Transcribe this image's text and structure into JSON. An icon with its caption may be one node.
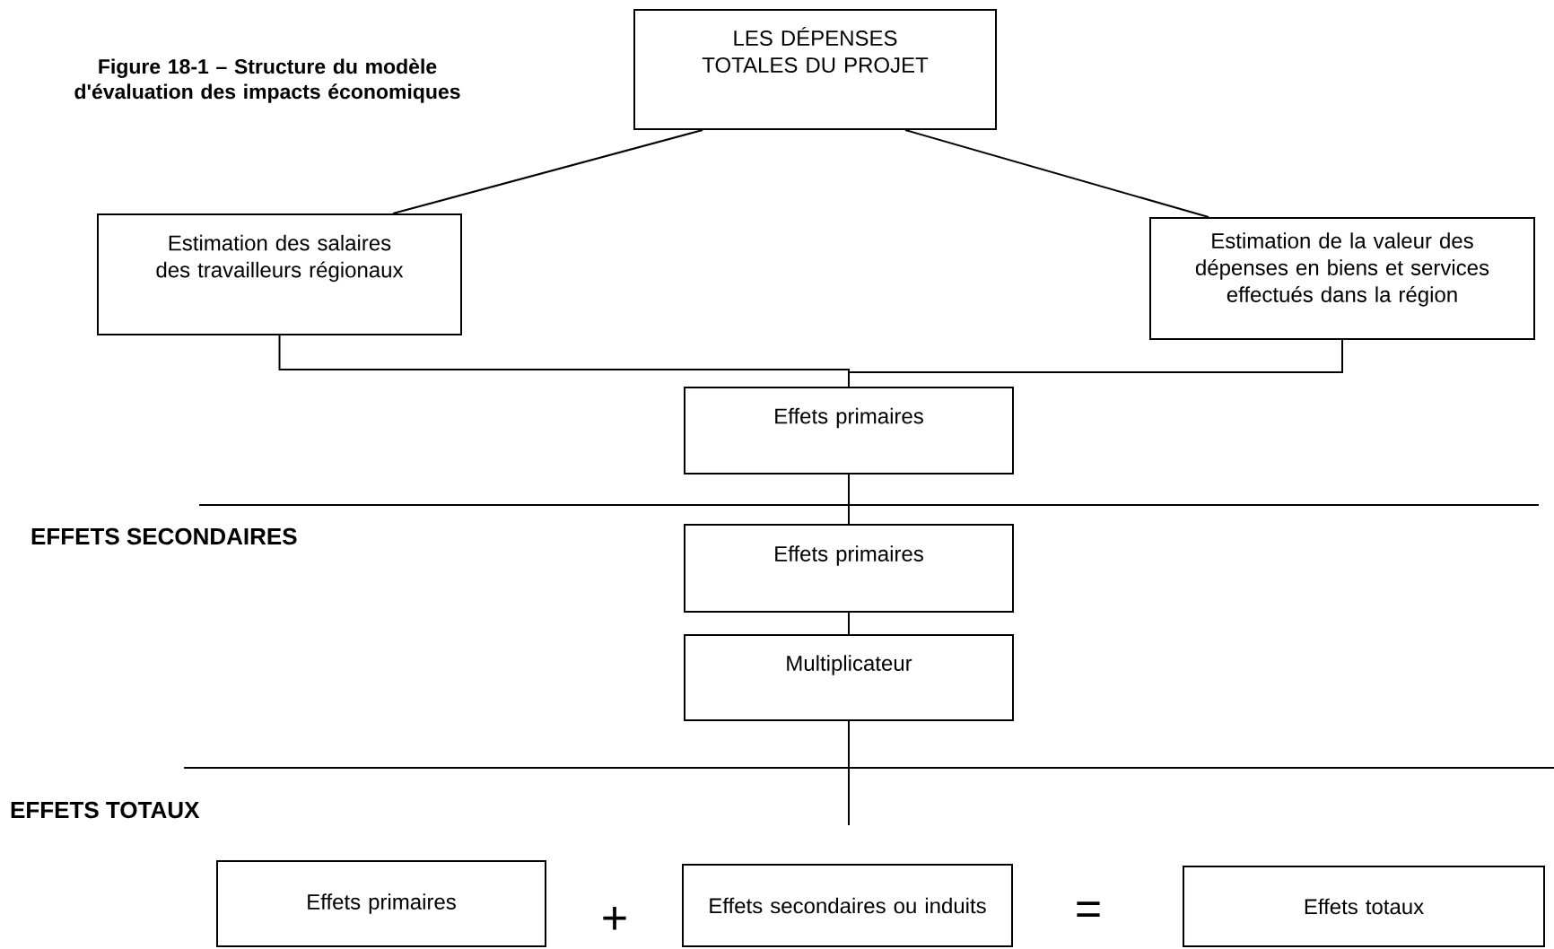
{
  "diagram": {
    "title": "Figure 18-1 – Structure du modèle d'évaluation des impacts économiques",
    "nodes": [
      {
        "text": [
          "LES DÉPENSES TOTALES DU PROJET"
        ]
      },
      {
        "text": [
          "Estimation des salaires des travailleurs régionaux"
        ]
      },
      {
        "text": [
          "Estimation de la valeur des dépenses en biens et services effectués dans la région"
        ]
      },
      {
        "text": [
          "Effets primaires"
        ]
      },
      {
        "text": [
          "Effets primaires"
        ]
      },
      {
        "text": [
          "Multiplicateur"
        ]
      },
      {
        "text": [
          "Effets primaires"
        ]
      },
      {
        "text": [
          "Effets secondaires ou induits"
        ]
      },
      {
        "text": [
          "Effets totaux"
        ]
      }
    ],
    "edges": [
      {
        "from": 0,
        "to": 1,
        "arrow": "none"
      },
      {
        "from": 0,
        "to": 2,
        "arrow": "none"
      },
      {
        "from": 1,
        "to": 3,
        "arrow": "none"
      },
      {
        "from": 2,
        "to": 3,
        "arrow": "none"
      },
      {
        "from": 3,
        "to": 4,
        "arrow": "none"
      },
      {
        "from": 4,
        "to": 5,
        "arrow": "none"
      },
      {
        "from": 5,
        "to": null,
        "arrow": "none"
      }
    ],
    "labels": [
      "EFFETS SECONDAIRES",
      "EFFETS TOTAUX",
      "+",
      "="
    ]
  }
}
